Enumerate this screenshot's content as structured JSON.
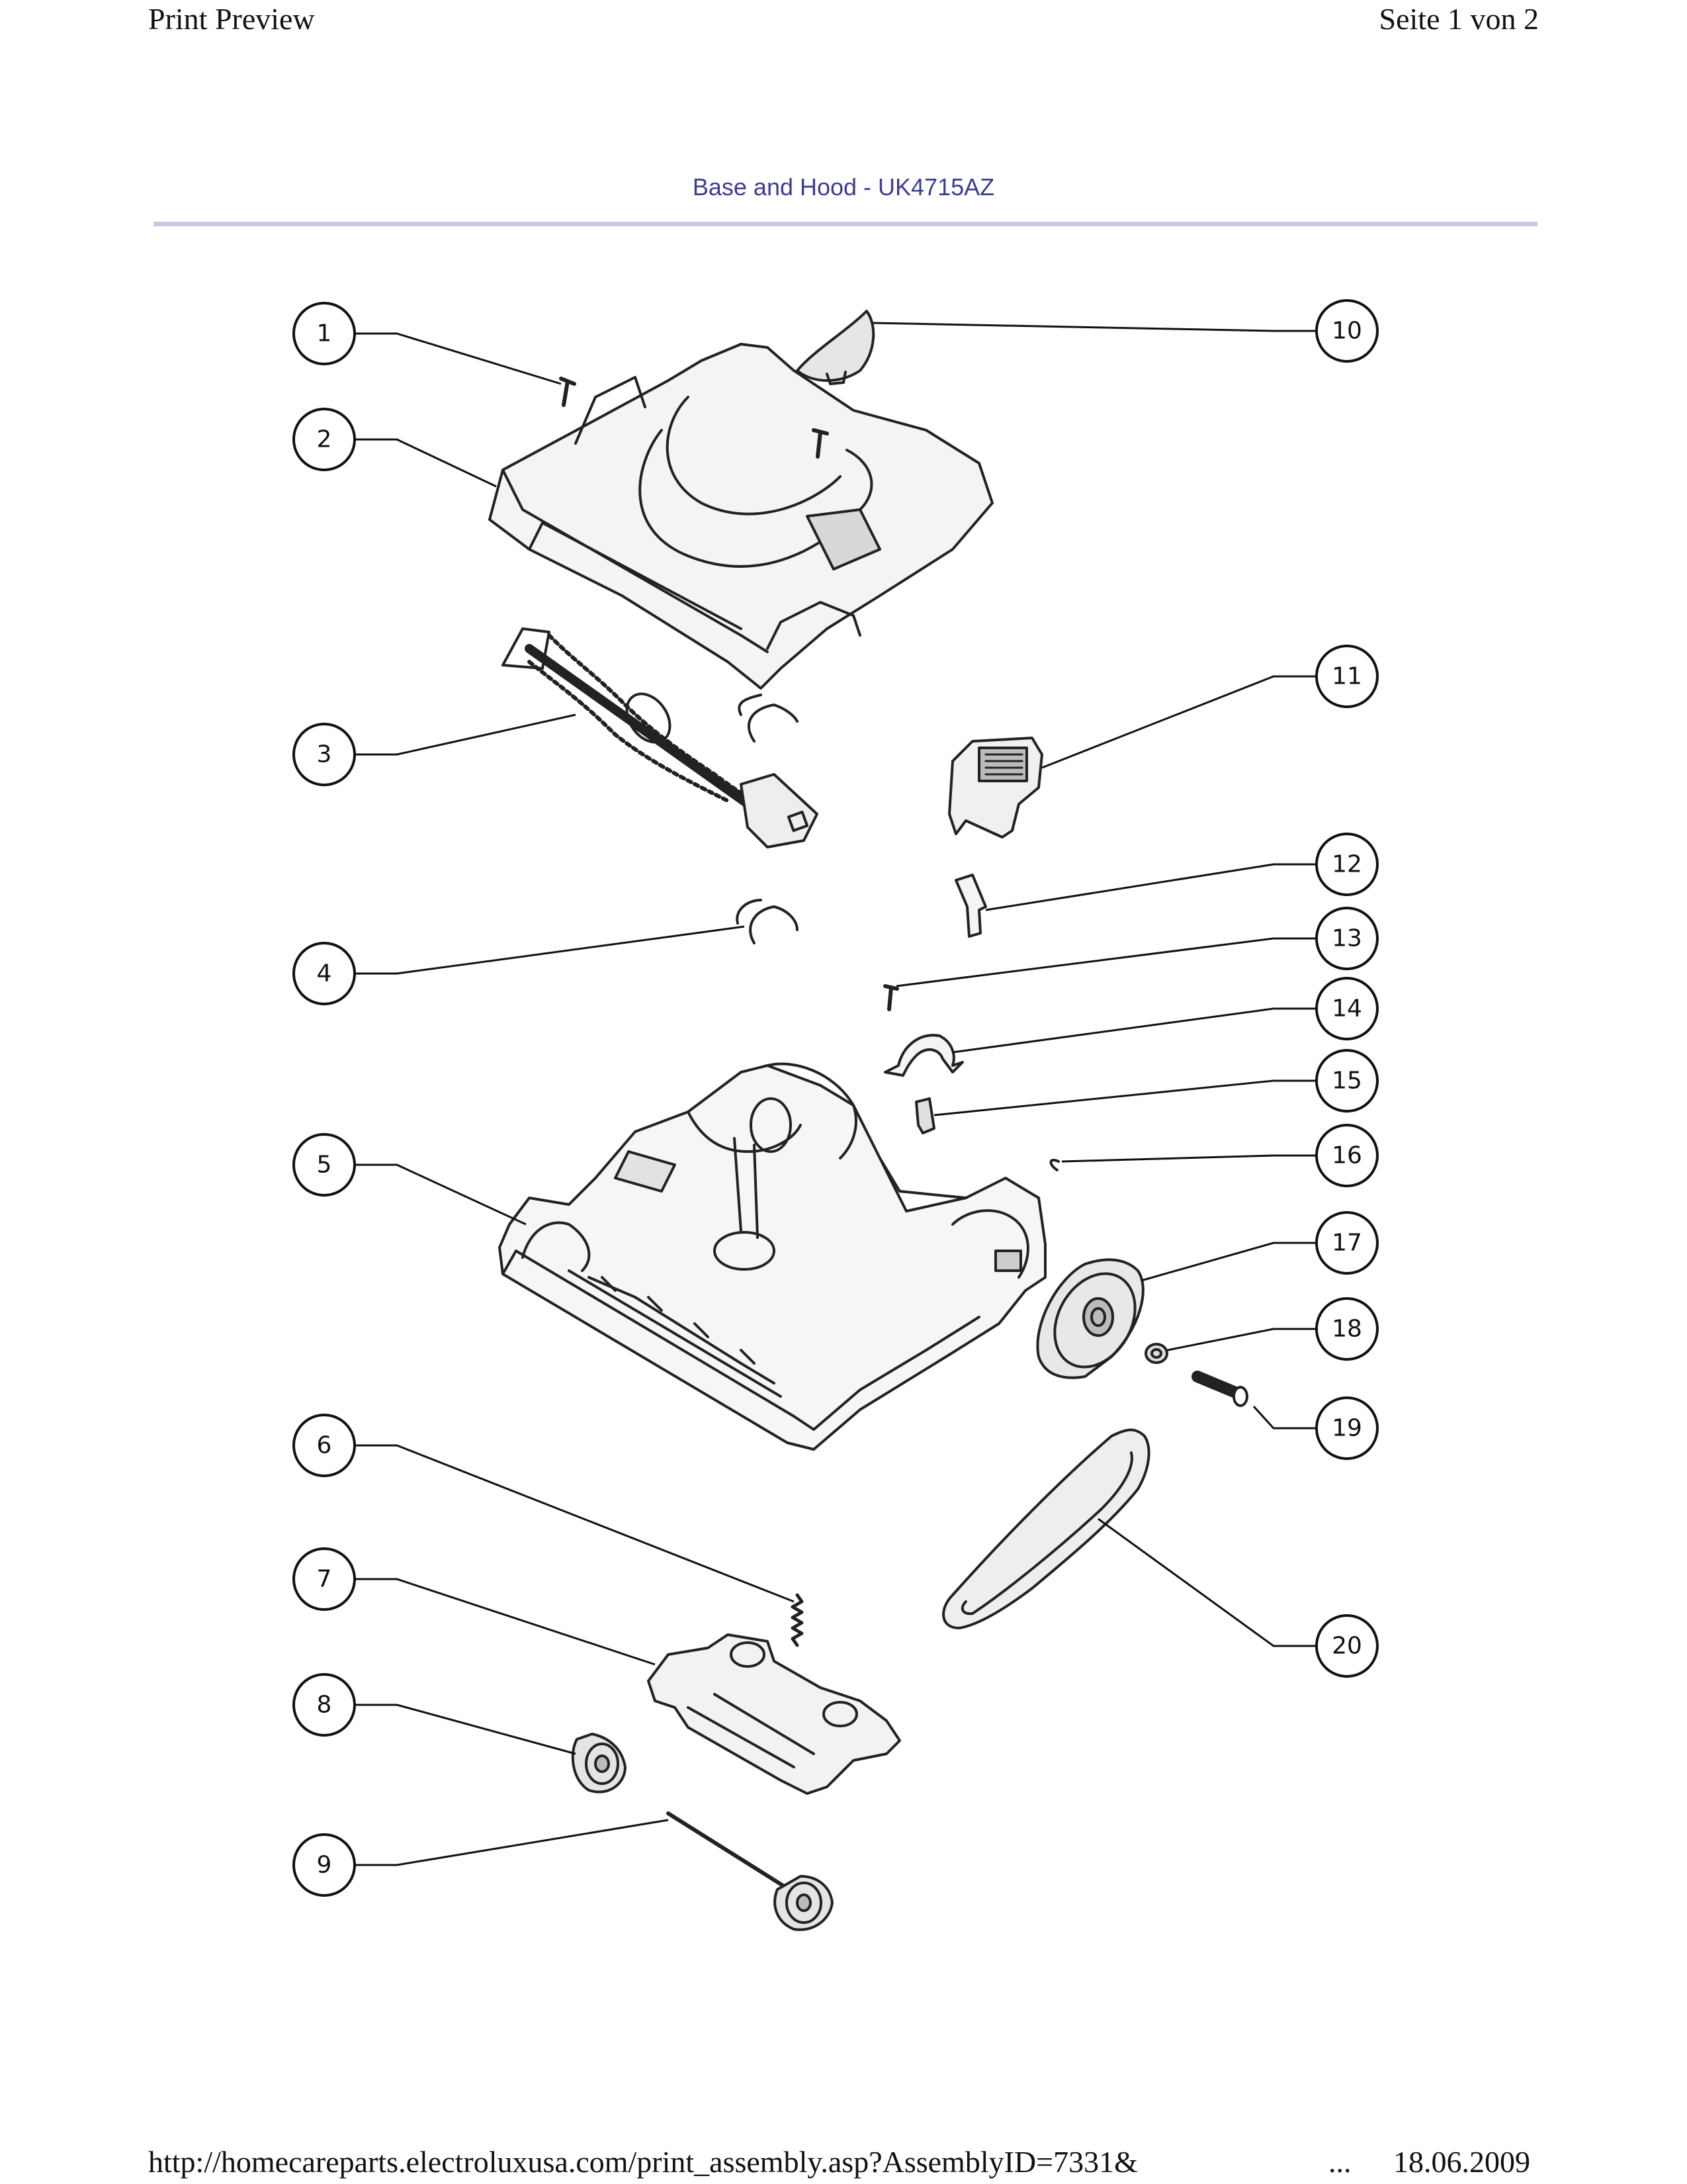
{
  "header": {
    "left_label": "Print Preview",
    "right_label": "Seite 1 von 2"
  },
  "diagram": {
    "title": "Base and Hood - UK4715AZ",
    "callouts": [
      "1",
      "2",
      "3",
      "4",
      "5",
      "6",
      "7",
      "8",
      "9",
      "10",
      "11",
      "12",
      "13",
      "14",
      "15",
      "16",
      "17",
      "18",
      "19",
      "20"
    ]
  },
  "footer": {
    "url": "http://homecareparts.electroluxusa.com/print_assembly.asp?AssemblyID=7331&",
    "ellipsis": "...",
    "date": "18.06.2009"
  }
}
